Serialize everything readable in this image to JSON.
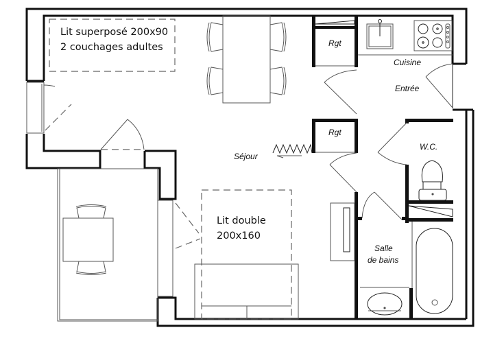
{
  "floorplan": {
    "rooms": {
      "sejour": "Séjour",
      "cuisine": "Cuisine",
      "entree": "Entrée",
      "wc": "W.C.",
      "salle_de_bains_line1": "Salle",
      "salle_de_bains_line2": "de bains",
      "rgt_top": "Rgt",
      "rgt_middle": "Rgt"
    },
    "notes": {
      "bunk_bed_line1": "Lit superposé 200x90",
      "bunk_bed_line2": "2 couchages adultes",
      "double_bed_line1": "Lit double",
      "double_bed_line2": "200x160"
    },
    "colors": {
      "wall": "#111111",
      "furniture": "#555555",
      "background": "#ffffff"
    }
  }
}
